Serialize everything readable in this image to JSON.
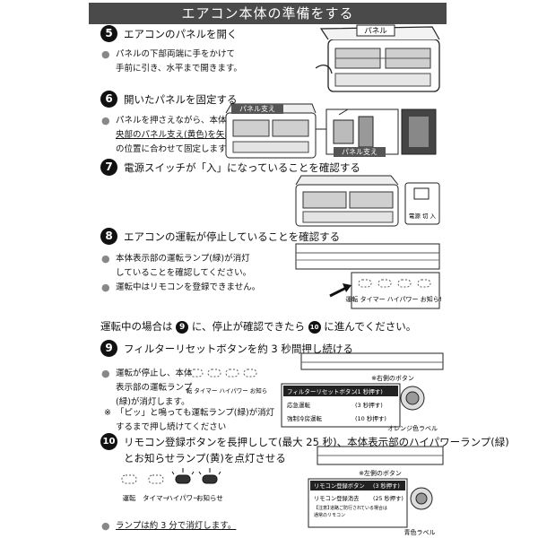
{
  "header": {
    "title": "エアコン本体の準備をする"
  },
  "steps": [
    {
      "num": "5",
      "title": "エアコンのパネルを開く",
      "bullets": [
        "パネルの下部両端に手をかけて",
        "手前に引き、水平まで開きます。"
      ],
      "fig_label": "パネル"
    },
    {
      "num": "6",
      "title": "開いたパネルを固定する",
      "bullet_lines": [
        "パネルを押さえながら、本体中",
        "央部のパネル支え(黄色)を矢印",
        "の位置に合わせて固定します。"
      ],
      "fig_label_a": "パネル支え",
      "fig_label_b": "パネル支え"
    },
    {
      "num": "7",
      "title": "電源スイッチが「入」になっていることを確認する",
      "switch_label": "電源 切 入"
    },
    {
      "num": "8",
      "title": "エアコンの運転が停止していることを確認する",
      "bullets": [
        "本体表示部の運転ランプ(緑)が消灯",
        "していることを確認してください。",
        "運転中はリモコンを登録できません。"
      ],
      "lamps": "運転 タイマー ハイパワー お知らせ"
    },
    {
      "num": "9",
      "title": "フィルターリセットボタンを約 3 秒間押し続ける",
      "bullets": [
        "運転が停止し、本体",
        "表示部の運転ランプ",
        "(緑)が消灯します。"
      ],
      "note_mark": "※",
      "notes": [
        "「ピッ」と鳴っても運転ランプ(緑)が消灯",
        "するまで押し続けてください"
      ],
      "lamps": "運転 タイマー ハイパワー お知らせ",
      "panel_caption": "※右側のボタン",
      "panel_rows": [
        {
          "label": "フィルターリセットボタン",
          "sec": "(1 秒押す)"
        },
        {
          "label": "応急運転",
          "sec": "(3 秒押す)"
        },
        {
          "label": "強制冷房運転",
          "sec": "(10 秒押す)"
        }
      ],
      "orange_label": "オレンジ色ラベル"
    },
    {
      "num": "10",
      "title_lines": [
        "リモコン登録ボタンを長押しして(最大 25 秒)、本体表示部のハイパワーランプ(緑)",
        "とお知らせランプ(黄)を点灯させる"
      ],
      "lamps": [
        "運転",
        "タイマー",
        "ハイパワー",
        "お知らせ"
      ],
      "bullet": "ランプは約 3 分で消灯します。",
      "panel_caption": "※左側のボタン",
      "panel_rows": [
        {
          "label": "リモコン登録ボタン",
          "sec": "(3 秒押す)"
        },
        {
          "label": "リモコン登録消去",
          "sec": "(25 秒押す)"
        }
      ],
      "panel_note_lines": [
        "【注意】",
        "道路ご防行され",
        "ている場合は",
        "通常のリモコン"
      ],
      "blue_label": "青色ラベル"
    }
  ],
  "mid_note": {
    "a": "運転中の場合は",
    "b": "に、停止が確認できたら",
    "c": "に進んでください。",
    "n1": "9",
    "n2": "10"
  }
}
